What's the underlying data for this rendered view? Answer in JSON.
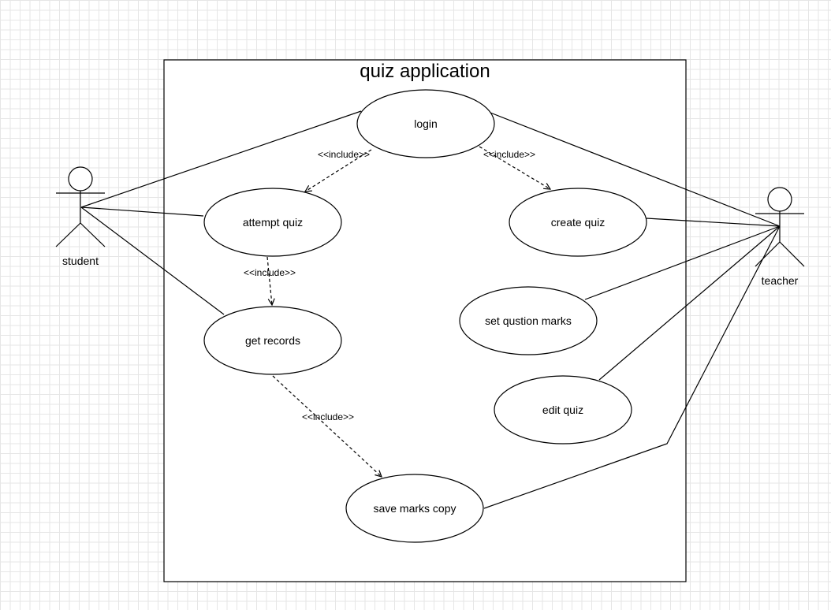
{
  "system": {
    "title": "quiz application"
  },
  "actors": {
    "student": "student",
    "teacher": "teacher"
  },
  "use_cases": {
    "login": "login",
    "attempt_quiz": "attempt quiz",
    "create_quiz": "create quiz",
    "get_records": "get records",
    "set_question_marks": "set qustion marks",
    "edit_quiz": "edit quiz",
    "save_marks_copy": "save marks copy"
  },
  "relations": {
    "login_attempt": "<<include>>",
    "login_create": "<<include>>",
    "attempt_records": "<<include>>",
    "records_save": "<<include>>"
  }
}
